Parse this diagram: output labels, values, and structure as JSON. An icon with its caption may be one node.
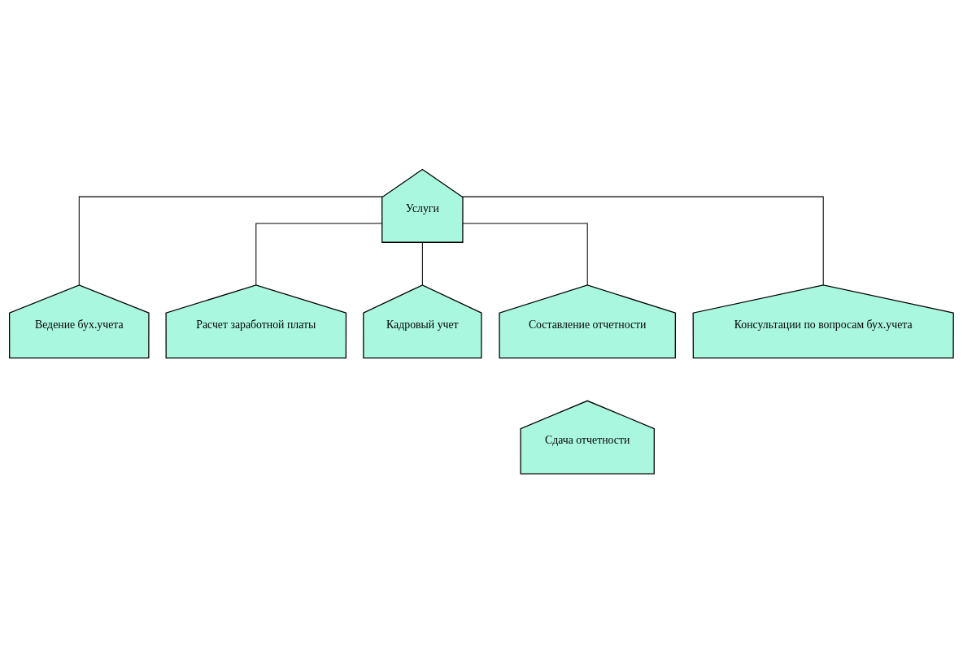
{
  "diagram": {
    "nodes": [
      {
        "text": [
          "Услуги"
        ]
      },
      {
        "text": [
          "Ведение бух.учета"
        ]
      },
      {
        "text": [
          "Расчет заработной платы"
        ]
      },
      {
        "text": [
          "Кадровый учет"
        ]
      },
      {
        "text": [
          "Составление отчетности"
        ]
      },
      {
        "text": [
          "Консультации по вопросам бух.учета"
        ]
      },
      {
        "text": [
          "Сдача отчетности"
        ]
      }
    ],
    "edges": [
      {
        "from": 0,
        "to": 1,
        "arrow": "none"
      },
      {
        "from": 0,
        "to": 2,
        "arrow": "none"
      },
      {
        "from": 0,
        "to": 3,
        "arrow": "none"
      },
      {
        "from": 0,
        "to": 4,
        "arrow": "none"
      },
      {
        "from": 0,
        "to": 5,
        "arrow": "none"
      }
    ]
  }
}
